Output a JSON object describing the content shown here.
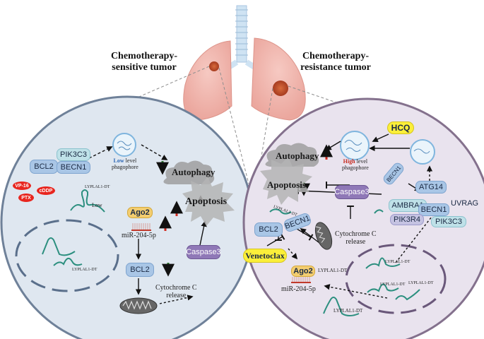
{
  "titles": {
    "sensitive": "Chemotherapy-\nsensitive tumor",
    "resistance": "Chemotherapy-\nresistance tumor"
  },
  "left": {
    "pik3c3": "PIK3C3",
    "bcl2": "BCL2",
    "becn1": "BECN1",
    "low_word": "Low",
    "level_phagophore": "level\nphagophore",
    "autophagy": "Autophagy",
    "apoptosis": "Apoptosis",
    "drugs": [
      "VP-16",
      "cDDP",
      "PTX"
    ],
    "lncrna": "LYPLAL1-DT",
    "lncrna_level": "Low",
    "ago2": "Ago2",
    "mir": "miR-204-5p",
    "bcl2_low": "BCL2",
    "caspase3": "Caspase3",
    "cytoc": "Cytochrome C\nrelease"
  },
  "right": {
    "hcq": "HCQ",
    "autophagy": "Autophagy",
    "high_word": "High",
    "level_phagophore": "level\nphagophore",
    "becn1_top": "BECN1",
    "apoptosis": "Apoptosis",
    "caspase3": "Caspase3",
    "atg14": "ATG14",
    "ambra1": "AMBRA1",
    "becn1_complex": "BECN1",
    "uvrag": "UVRAG",
    "pik3r4": "PIK3R4",
    "pik3c3": "PIK3C3",
    "bcl2": "BCL2",
    "becn1_mid": "BECN1",
    "lncrna_mid": "LYPLAL1-DT",
    "cytoc": "Cytochrome C\nrelease",
    "venetoclax": "Venetoclax",
    "ago2": "Ago2",
    "ago2_lnc": "LYPLAL1-DT",
    "mir": "miR-204-5p",
    "lnc1": "LYPLAL1-DT",
    "lnc2": "LYPLAL1-DT",
    "lnc3": "LYPLAL1-DT",
    "lnc_bottom": "LYPLAL1-DT"
  },
  "colors": {
    "left_cell": "#dfe7f0",
    "right_cell": "#e9e3ee",
    "left_border": "#6f8199",
    "right_border": "#84718d",
    "red_arrow": "#d12a1f",
    "green_arrow": "#2e7a2f",
    "hcq_yellow": "#fbef3a"
  }
}
